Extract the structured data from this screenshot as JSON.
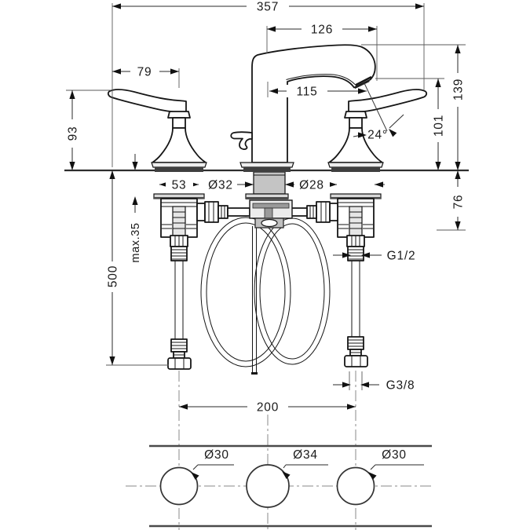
{
  "drawing": {
    "type": "technical-dimension-drawing",
    "subject": "3-hole-widespread-basin-faucet",
    "views": {
      "front": "elevation with supply hoses",
      "bottom": "hole layout plan"
    },
    "colors": {
      "line": "#161616",
      "dimension": "#2a2a2a",
      "fill_light": "#ededed",
      "fill_mid": "#c4c4c4",
      "fill_dark": "#3f3f3f",
      "background": "#ffffff"
    },
    "dimensions": {
      "overall_width": "357",
      "spout_overall_reach": "126",
      "handle_reach": "79",
      "spout_reach": "115",
      "handle_height": "93",
      "spout_height": "139",
      "outlet_height": "101",
      "stream_angle": "24°",
      "left_shank_width": "53",
      "center_shank_dia": "Ø32",
      "right_shank_dia": "Ø28",
      "under_deck_depth": "76",
      "max_deck_thickness": "max.35",
      "supply_hose_length": "500",
      "side_thread": "G1/2",
      "bottom_thread": "G3/8",
      "hole_spacing": "200",
      "hole_left_dia": "Ø30",
      "hole_center_dia": "Ø34",
      "hole_right_dia": "Ø30"
    }
  }
}
